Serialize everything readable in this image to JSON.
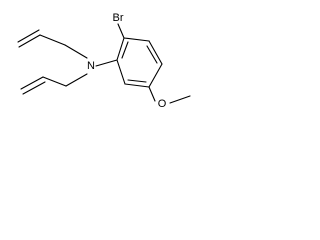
{
  "molecule": {
    "atoms": {
      "bromine": "Br",
      "nitrogen": "N",
      "oxygen": "O"
    }
  }
}
